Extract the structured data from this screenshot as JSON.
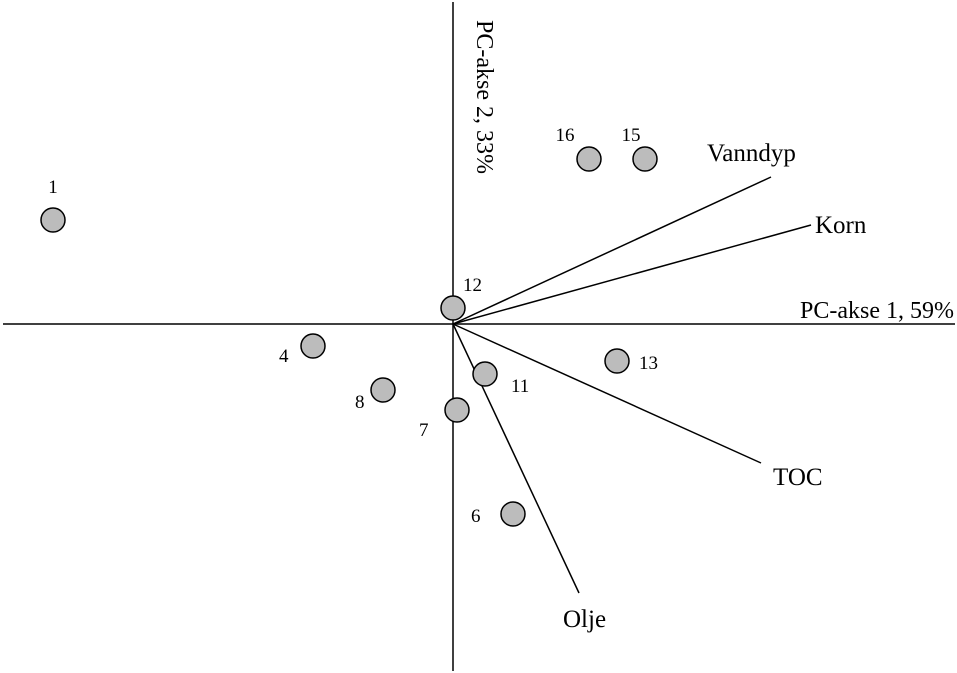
{
  "chart_data": {
    "type": "scatter",
    "subtype": "pca-biplot",
    "xlabel": "PC-akse 1, 59%",
    "ylabel": "PC-akse 2, 33%",
    "xlim": [
      -4.5,
      5.2
    ],
    "ylim": [
      -3.5,
      3.3
    ],
    "grid": false,
    "points": [
      {
        "label": "1",
        "x": -4.0,
        "y": 1.04
      },
      {
        "label": "16",
        "x": 1.36,
        "y": 1.65
      },
      {
        "label": "15",
        "x": 1.92,
        "y": 1.65
      },
      {
        "label": "12",
        "x": 0.0,
        "y": 0.16
      },
      {
        "label": "4",
        "x": -1.4,
        "y": -0.22
      },
      {
        "label": "8",
        "x": -0.7,
        "y": -0.66
      },
      {
        "label": "7",
        "x": 0.04,
        "y": -0.86
      },
      {
        "label": "11",
        "x": 0.32,
        "y": -0.5
      },
      {
        "label": "13",
        "x": 1.64,
        "y": -0.37
      },
      {
        "label": "6",
        "x": 0.6,
        "y": -1.9
      }
    ],
    "loadings": [
      {
        "label": "Vanndyp",
        "x": 3.18,
        "y": 1.47
      },
      {
        "label": "Korn",
        "x": 3.58,
        "y": 0.99
      },
      {
        "label": "TOC",
        "x": 3.08,
        "y": -1.39
      },
      {
        "label": "Olje",
        "x": 1.26,
        "y": -2.69
      }
    ],
    "marker_color": "#bcbcbc",
    "line_color": "#000000"
  }
}
